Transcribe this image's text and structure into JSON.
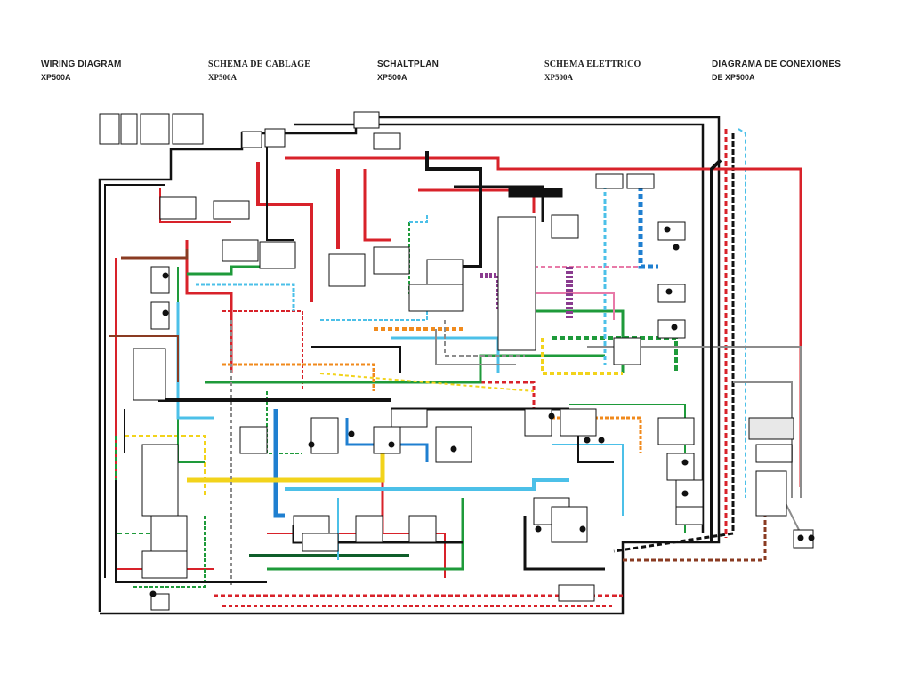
{
  "headers": [
    {
      "title": "WIRING DIAGRAM",
      "model": "XP500A"
    },
    {
      "title": "SCHEMA DE CABLAGE",
      "model": "XP500A"
    },
    {
      "title": "SCHALTPLAN",
      "model": "XP500A"
    },
    {
      "title": "SCHEMA ELETTRICO",
      "model": "XP500A"
    },
    {
      "title": "DIAGRAMA DE CONEXIONES",
      "model": "DE XP500A"
    }
  ],
  "wire_colors": {
    "black": "#111111",
    "red": "#d8222a",
    "green": "#1e9a3a",
    "blue": "#1f7fd0",
    "sky": "#4cc0e8",
    "yellow": "#f2d31b",
    "orange": "#f08a1c",
    "brown": "#8a3b22",
    "pink": "#e87aa8",
    "gray": "#8c8c8c",
    "dark_green": "#0f5e2a",
    "purple": "#8a3b8f"
  }
}
